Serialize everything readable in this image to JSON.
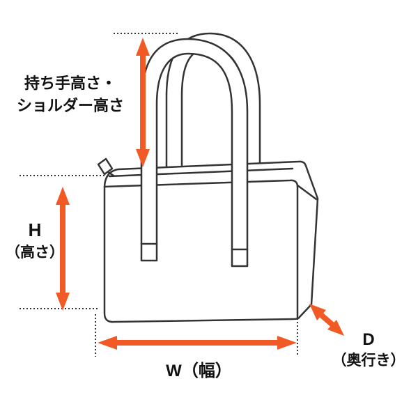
{
  "diagram": {
    "subject": "bag-dimension-diagram",
    "labels": {
      "handle_height_line1": "持ち手高さ・",
      "handle_height_line2": "ショルダー高さ",
      "height_letter": "H",
      "height_sub": "（高さ）",
      "width": "W（幅）",
      "depth_letter": "D",
      "depth_sub": "（奥行き）"
    },
    "colors": {
      "arrow": "#F15A24",
      "line": "#333333",
      "background": "#FFFFFF"
    }
  }
}
